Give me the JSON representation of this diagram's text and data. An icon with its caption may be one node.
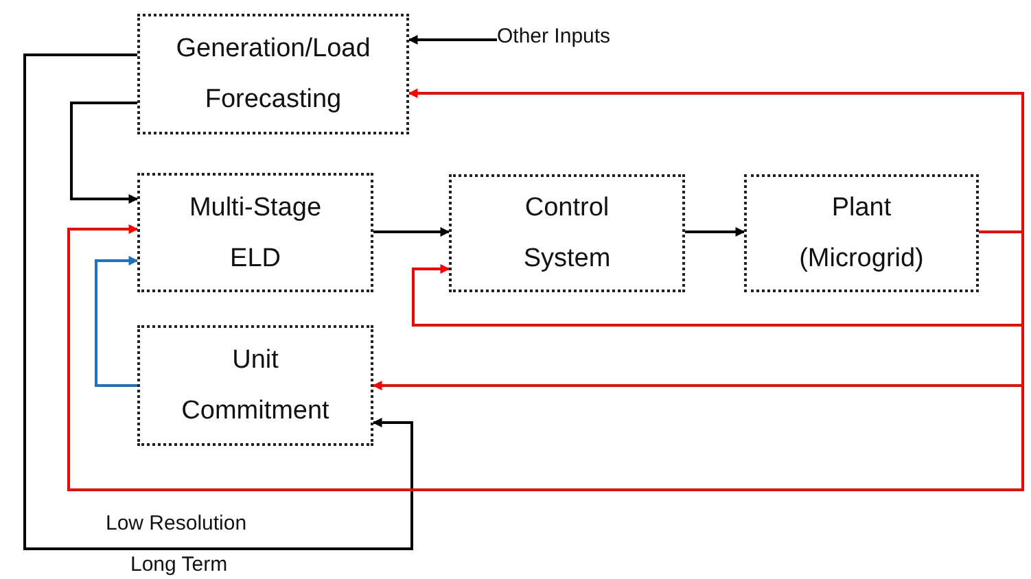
{
  "diagram": {
    "nodes": [
      {
        "text": [
          "Generation/Load Forecasting"
        ]
      },
      {
        "text": [
          "Multi-Stage ELD"
        ]
      },
      {
        "text": [
          "Control System"
        ]
      },
      {
        "text": [
          "Plant (Microgrid)"
        ]
      },
      {
        "text": [
          "Unit Commitment"
        ]
      },
      {
        "text": [
          "Other Inputs"
        ]
      }
    ],
    "edges": [
      {
        "from": 5,
        "to": 0,
        "arrow": "to"
      },
      {
        "from": 0,
        "to": 4,
        "arrow": "to"
      },
      {
        "from": 0,
        "to": 1,
        "arrow": "to"
      },
      {
        "from": 1,
        "to": 2,
        "arrow": "to"
      },
      {
        "from": 2,
        "to": 3,
        "arrow": "to"
      },
      {
        "from": 3,
        "to": 0,
        "arrow": "to",
        "color": "#ff0000"
      },
      {
        "from": 3,
        "to": 2,
        "arrow": "to",
        "color": "#ff0000"
      },
      {
        "from": 3,
        "to": 4,
        "arrow": "to",
        "color": "#ff0000"
      },
      {
        "from": 3,
        "to": 1,
        "arrow": "to",
        "color": "#ff0000"
      },
      {
        "from": 4,
        "to": 1,
        "arrow": "to",
        "color": "#1f6fc4"
      }
    ],
    "labels": [
      "Low Resolution",
      "Long Term"
    ]
  }
}
